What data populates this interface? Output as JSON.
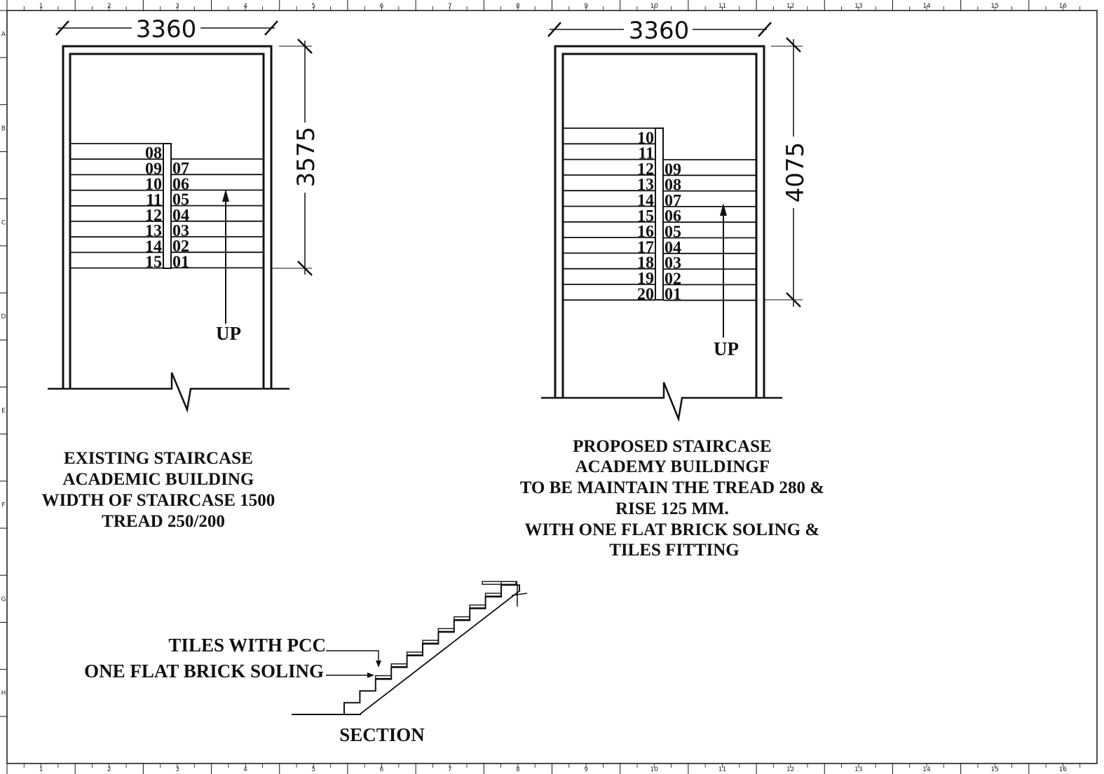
{
  "border": {
    "column_labels": [
      "1",
      "2",
      "3",
      "4",
      "5",
      "6",
      "7",
      "8",
      "9",
      "10",
      "11",
      "12",
      "13",
      "14",
      "15",
      "16"
    ],
    "row_labels": [
      "A",
      "B",
      "C",
      "D",
      "E",
      "F",
      "G",
      "H"
    ]
  },
  "existing": {
    "width_dim": "3360",
    "height_dim": "3575",
    "left_steps": [
      "08",
      "09",
      "10",
      "11",
      "12",
      "13",
      "14",
      "15"
    ],
    "right_steps": [
      "07",
      "06",
      "05",
      "04",
      "03",
      "02",
      "01"
    ],
    "up_label": "UP",
    "caption": [
      "EXISTING STAIRCASE",
      "ACADEMIC BUILDING",
      "WIDTH OF STAIRCASE 1500",
      "TREAD 250/200"
    ]
  },
  "proposed": {
    "width_dim": "3360",
    "height_dim": "4075",
    "left_steps": [
      "10",
      "11",
      "12",
      "13",
      "14",
      "15",
      "16",
      "17",
      "18",
      "19",
      "20"
    ],
    "right_steps": [
      "09",
      "08",
      "07",
      "06",
      "05",
      "04",
      "03",
      "02",
      "01"
    ],
    "up_label": "UP",
    "caption": [
      "PROPOSED STAIRCASE",
      "ACADEMY BUILDINGF",
      "TO BE MAINTAIN THE TREAD 280 &",
      "RISE 125 MM.",
      "WITH ONE FLAT BRICK SOLING &",
      "TILES FITTING"
    ]
  },
  "section": {
    "label": "SECTION",
    "tiles_label": "TILES WITH PCC",
    "soling_label": "ONE FLAT BRICK SOLING"
  }
}
